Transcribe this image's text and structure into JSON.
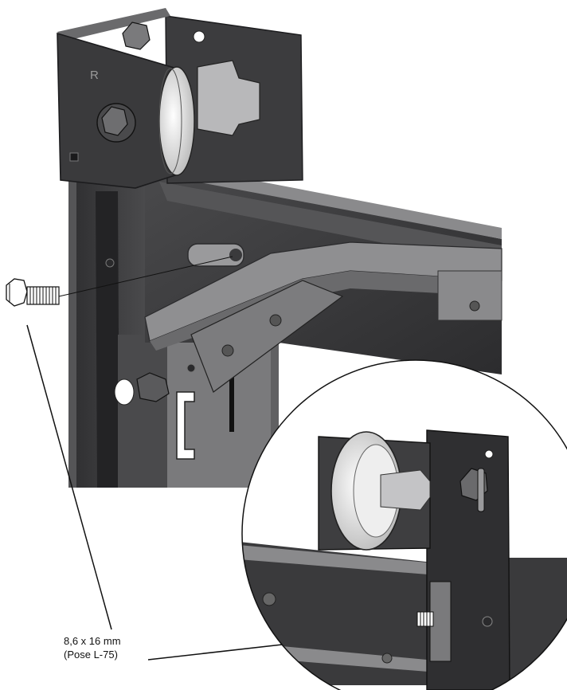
{
  "bracket_mark": "R",
  "callout": {
    "line1": "8,6 x 16 mm",
    "line2": "(Pose L-75)"
  },
  "colors": {
    "metal_dark": "#3a3a3c",
    "metal_mid": "#5a5a5c",
    "metal_light": "#8a8a8c",
    "roller_white": "#efefef",
    "line": "#111111"
  },
  "icons": [
    "flange-bolt-icon",
    "hex-nut-icon",
    "roller-wheel-icon"
  ]
}
